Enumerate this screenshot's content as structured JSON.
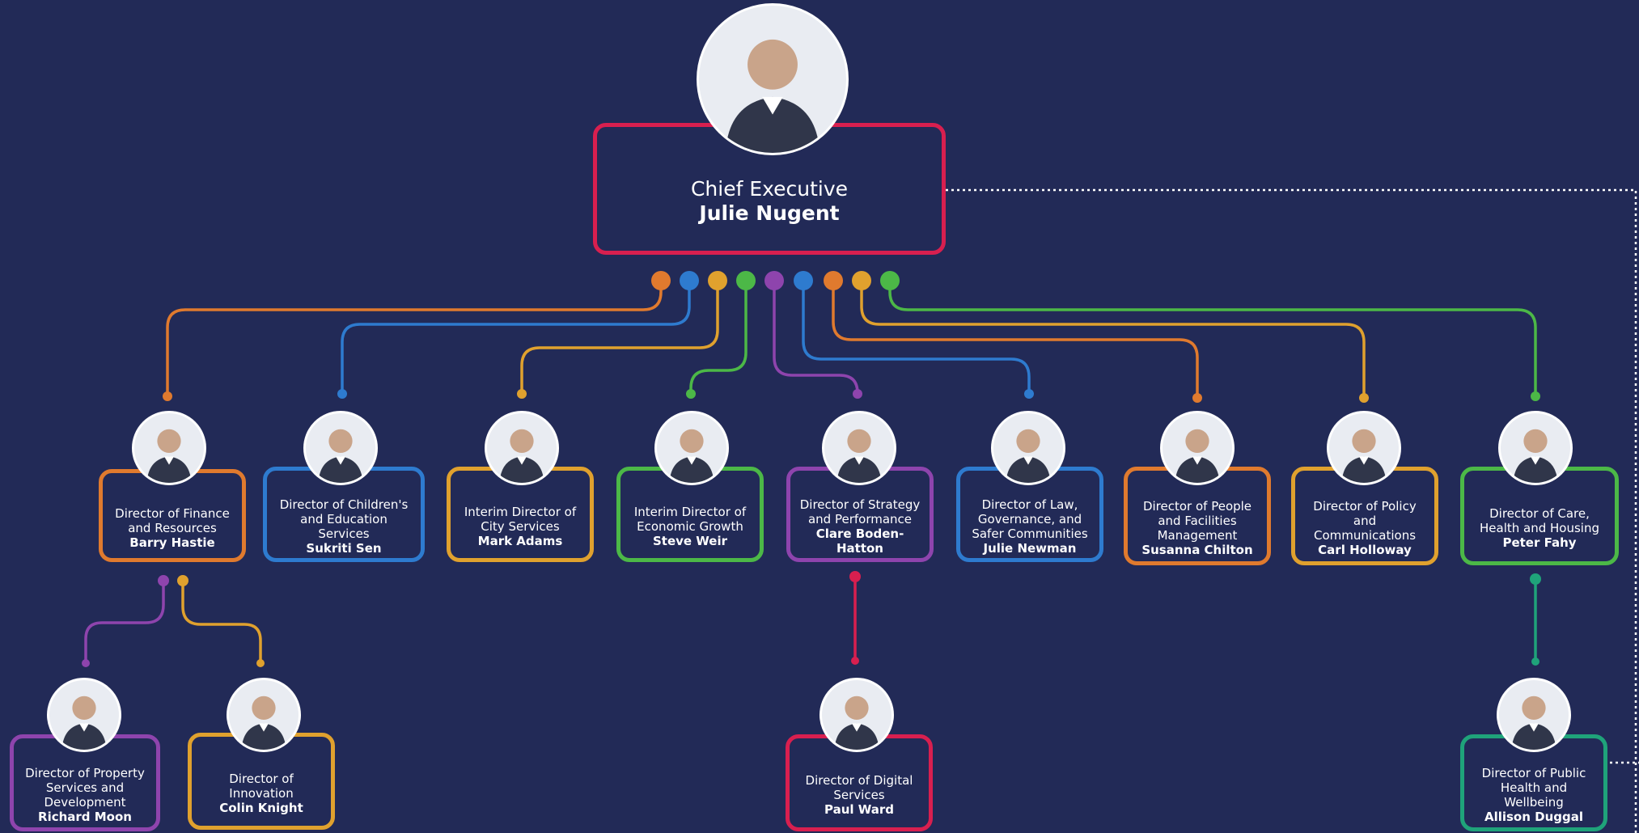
{
  "ceo": {
    "role": "Chief Executive",
    "name": "Julie Nugent",
    "color": "#d81f4f"
  },
  "directors": [
    {
      "role": "Director of Finance and Resources",
      "name": "Barry Hastie",
      "color": "#e07a2e"
    },
    {
      "role": "Director of Children's and Education Services",
      "name": "Sukriti Sen",
      "color": "#2e7bcf"
    },
    {
      "role": "Interim Director of City Services",
      "name": "Mark Adams",
      "color": "#e0a12e"
    },
    {
      "role": "Interim Director of Economic Growth",
      "name": "Steve Weir",
      "color": "#4cb847"
    },
    {
      "role": "Director of Strategy and Performance",
      "name": "Clare Boden-Hatton",
      "color": "#8e44ad"
    },
    {
      "role": "Director of Law, Governance, and Safer Communities",
      "name": "Julie Newman",
      "color": "#2e7bcf"
    },
    {
      "role": "Director of People and Facilities Management",
      "name": "Susanna Chilton",
      "color": "#e07a2e"
    },
    {
      "role": "Director of Policy and Communications",
      "name": "Carl Holloway",
      "color": "#e0a12e"
    },
    {
      "role": "Director of Care, Health and Housing",
      "name": "Peter Fahy",
      "color": "#4cb847"
    }
  ],
  "sub_directors": [
    {
      "role": "Director of Property Services and Development",
      "name": "Richard Moon",
      "color": "#8e44ad"
    },
    {
      "role": "Director of Innovation",
      "name": "Colin Knight",
      "color": "#e0a12e"
    },
    {
      "role": "Director of Digital Services",
      "name": "Paul Ward",
      "color": "#d81f4f"
    },
    {
      "role": "Director of Public Health and Wellbeing",
      "name": "Allison Duggal",
      "color": "#1fa37a"
    }
  ],
  "colors": {
    "background": "#222a57",
    "connector_dotted": "#ffffff",
    "card_text": "#ffffff"
  }
}
